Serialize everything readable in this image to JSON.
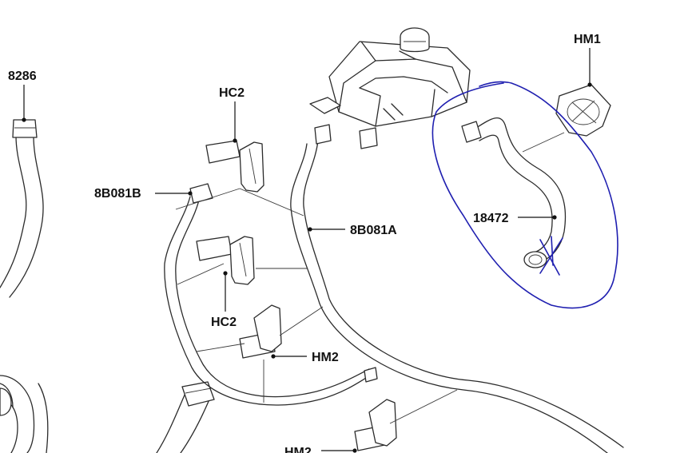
{
  "callouts": {
    "c8286": "8286",
    "hc2_top": "HC2",
    "c8b081b": "8B081B",
    "c8b081a": "8B081A",
    "hc2_mid": "HC2",
    "hm2_mid": "HM2",
    "hm2_bottom": "HM2",
    "hm1": "HM1",
    "c18472": "18472"
  },
  "colors": {
    "line_art": "#2b2b2b",
    "annotation_ink": "#1f1fb0"
  }
}
